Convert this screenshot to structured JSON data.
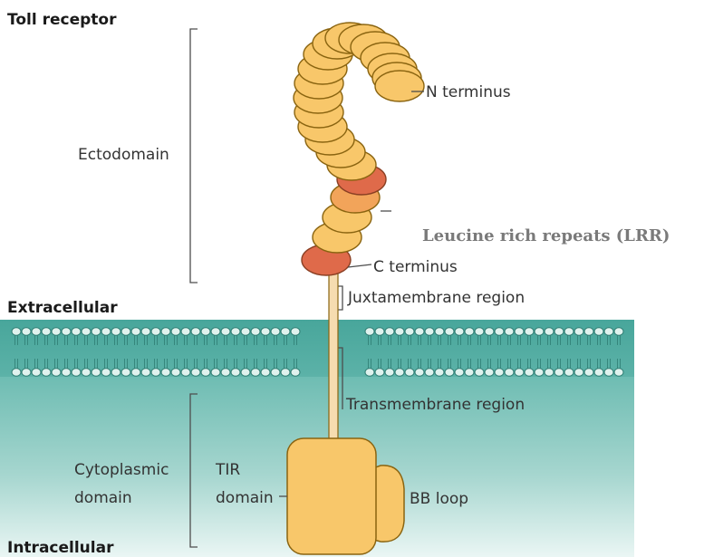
{
  "title": "Toll receptor",
  "labels": {
    "ectodomain": "Ectodomain",
    "n_terminus": "N terminus",
    "lrr": "Leucine rich repeats (LRR)",
    "c_terminus": "C terminus",
    "juxtamembrane": "Juxtamembrane region",
    "extracellular": "Extracellular",
    "transmembrane": "Transmembrane region",
    "cytoplasmic_line1": "Cytoplasmic",
    "cytoplasmic_line2": "domain",
    "tir_line1": "TIR",
    "tir_line2": "domain",
    "bb_loop": "BB loop",
    "intracellular": "Intracellular"
  },
  "colors": {
    "lrr_fill": "#f8c76a",
    "lrr_stroke": "#8a6410",
    "c_cap": "#df6a4a",
    "c_cap_stroke": "#8a3f23",
    "orange_repeat": "#f2a45a",
    "tir_fill": "#f8c76a",
    "membrane_bg": "#5fb3a9",
    "lipid_head": "#dff2ee"
  }
}
